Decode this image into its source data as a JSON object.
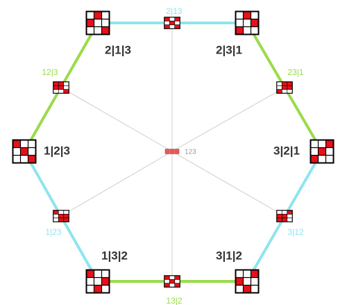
{
  "colors": {
    "green": "#9adb4a",
    "cyan": "#8ee4f0",
    "red": "#e8101a",
    "spoke": "#cccccc",
    "grid": "#000000",
    "vertex_label": "#333333",
    "center_label": "#999999"
  },
  "vertices": [
    {
      "id": "v123",
      "label": "1|2|3",
      "pattern": [
        [
          1,
          0,
          0
        ],
        [
          0,
          1,
          0
        ],
        [
          0,
          0,
          1
        ]
      ]
    },
    {
      "id": "v213",
      "label": "2|1|3",
      "pattern": [
        [
          0,
          1,
          0
        ],
        [
          1,
          0,
          0
        ],
        [
          0,
          0,
          1
        ]
      ]
    },
    {
      "id": "v231",
      "label": "2|3|1",
      "pattern": [
        [
          0,
          1,
          0
        ],
        [
          0,
          0,
          1
        ],
        [
          1,
          0,
          0
        ]
      ]
    },
    {
      "id": "v321",
      "label": "3|2|1",
      "pattern": [
        [
          0,
          0,
          1
        ],
        [
          0,
          1,
          0
        ],
        [
          1,
          0,
          0
        ]
      ]
    },
    {
      "id": "v312",
      "label": "3|1|2",
      "pattern": [
        [
          0,
          0,
          1
        ],
        [
          1,
          0,
          0
        ],
        [
          0,
          1,
          0
        ]
      ]
    },
    {
      "id": "v132",
      "label": "1|3|2",
      "pattern": [
        [
          1,
          0,
          0
        ],
        [
          0,
          0,
          1
        ],
        [
          0,
          1,
          0
        ]
      ]
    }
  ],
  "edges": [
    {
      "id": "e12_3",
      "label": "12|3",
      "color": "green",
      "pattern": [
        [
          1,
          1,
          0
        ],
        [
          1,
          1,
          0
        ],
        [
          0,
          0,
          1
        ]
      ]
    },
    {
      "id": "e2_13",
      "label": "2|13",
      "color": "cyan",
      "pattern": [
        [
          1,
          0,
          1
        ],
        [
          0,
          1,
          0
        ],
        [
          1,
          0,
          1
        ]
      ]
    },
    {
      "id": "e23_1",
      "label": "23|1",
      "color": "green",
      "pattern": [
        [
          0,
          1,
          1
        ],
        [
          0,
          1,
          1
        ],
        [
          1,
          0,
          0
        ]
      ]
    },
    {
      "id": "e3_12",
      "label": "3|12",
      "color": "cyan",
      "pattern": [
        [
          0,
          0,
          1
        ],
        [
          1,
          1,
          0
        ],
        [
          1,
          1,
          0
        ]
      ]
    },
    {
      "id": "e13_2",
      "label": "13|2",
      "color": "green",
      "pattern": [
        [
          1,
          0,
          1
        ],
        [
          0,
          1,
          0
        ],
        [
          1,
          0,
          1
        ]
      ]
    },
    {
      "id": "e1_23",
      "label": "1|23",
      "color": "cyan",
      "pattern": [
        [
          1,
          0,
          0
        ],
        [
          0,
          1,
          1
        ],
        [
          0,
          1,
          1
        ]
      ]
    }
  ],
  "center": {
    "label": "123",
    "pattern": [
      [
        1,
        1,
        1
      ],
      [
        1,
        1,
        1
      ],
      [
        1,
        1,
        1
      ]
    ]
  }
}
